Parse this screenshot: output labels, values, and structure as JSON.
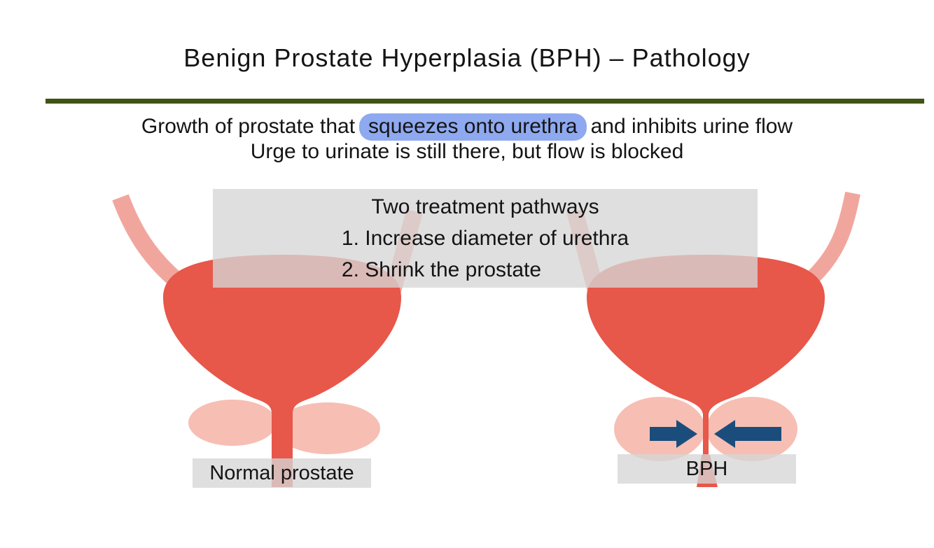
{
  "slide": {
    "title": "Benign Prostate Hyperplasia (BPH) – Pathology",
    "subtitle": {
      "pre": "Growth of prostate that",
      "highlight": "squeezes onto urethra",
      "post": "and inhibits urine flow",
      "line2": "Urge to urinate is still there, but flow is blocked"
    },
    "treatment_box": {
      "heading": "Two treatment pathways",
      "items": [
        "1. Increase diameter of urethra",
        "2. Shrink the prostate"
      ]
    },
    "labels": {
      "left": "Normal prostate",
      "right": "BPH"
    },
    "colors": {
      "bladder_red": "#e7574a",
      "prostate_pink": "#f7beb4",
      "ureter_pink": "#f1a69d",
      "arrow_navy": "#1b4d7c",
      "rule_green": "#405414",
      "highlight_blue": "#8ea9f0",
      "box_gray": "#d6d6d6",
      "text_black": "#141414"
    }
  }
}
